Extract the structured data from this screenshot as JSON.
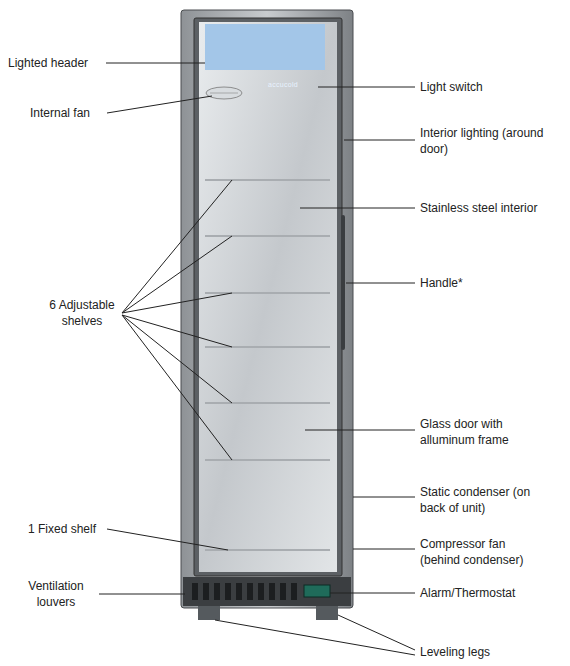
{
  "diagram": {
    "labels": [
      "Lighted header",
      "Internal fan",
      "6 Adjustable shelves",
      "1 Fixed shelf",
      "Ventilation louvers",
      "Light switch",
      "Interior lighting (around door)",
      "Stainless steel interior",
      "Handle*",
      "Glass door with alluminum frame",
      "Static condenser (on back of unit)",
      "Compressor fan (behind condenser)",
      "Alarm/Thermostat",
      "Leveling legs",
      "accucold"
    ]
  }
}
